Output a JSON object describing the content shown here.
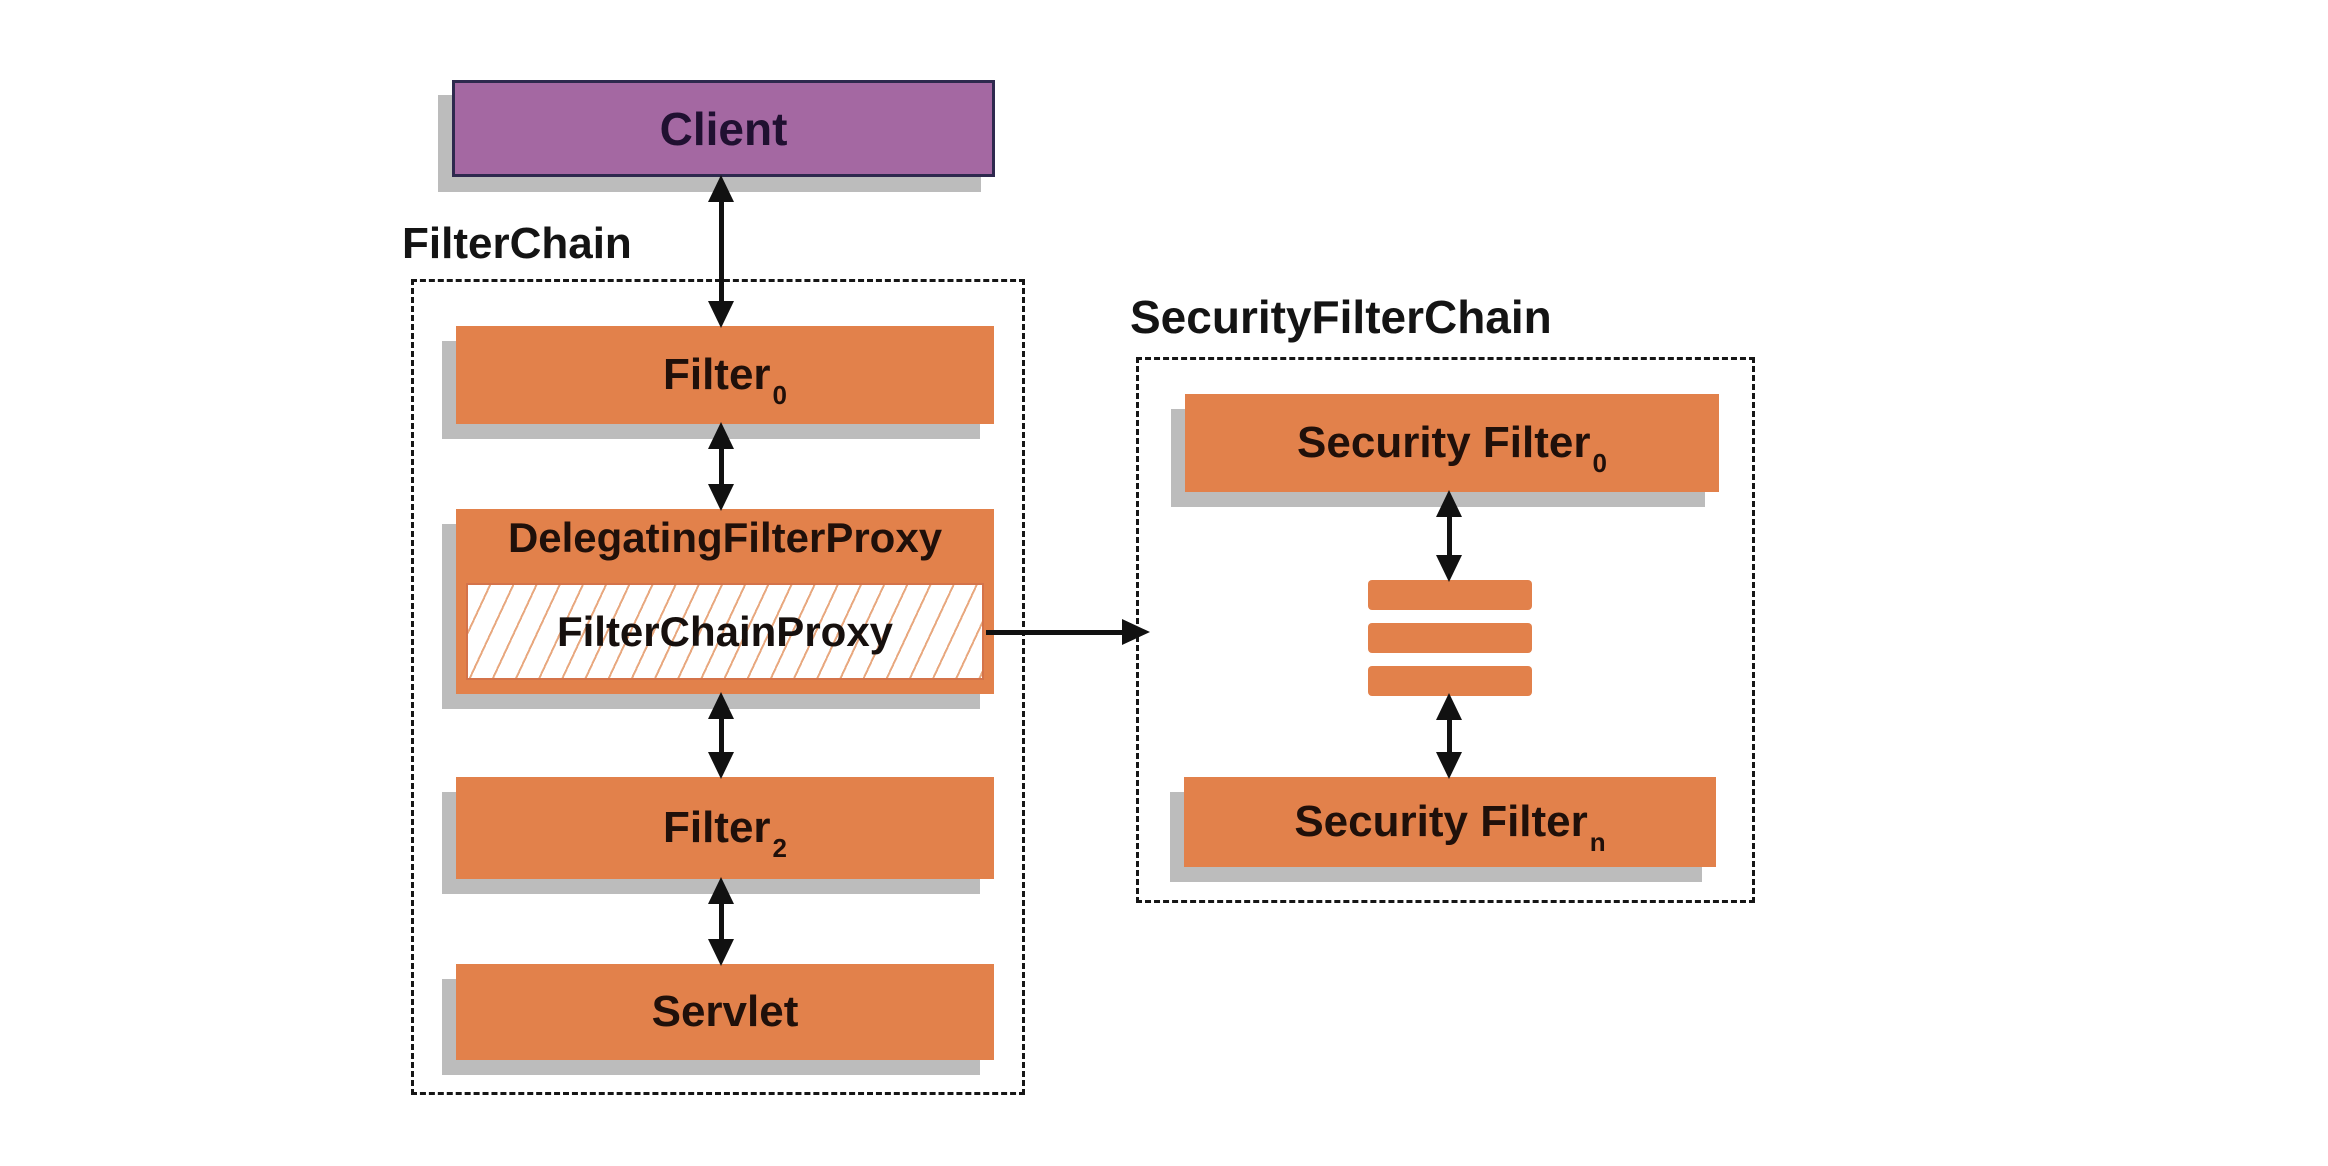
{
  "diagram": {
    "filter_chain": {
      "label": "FilterChain"
    },
    "security_filter_chain": {
      "label": "SecurityFilterChain"
    },
    "nodes": {
      "client": {
        "label": "Client"
      },
      "filter0": {
        "label": "Filter",
        "subscript": "0"
      },
      "delegating_filter_proxy": {
        "label": "DelegatingFilterProxy"
      },
      "filter_chain_proxy": {
        "label": "FilterChainProxy"
      },
      "filter2": {
        "label": "Filter",
        "subscript": "2"
      },
      "servlet": {
        "label": "Servlet"
      },
      "security_filter_0": {
        "label": "Security Filter",
        "subscript": "0"
      },
      "security_filter_n": {
        "label": "Security Filter",
        "subscript": "n"
      }
    },
    "connectors": {
      "vertical_double_arrows": 6,
      "horizontal_arrow_from": "FilterChainProxy",
      "horizontal_arrow_to": "SecurityFilterChain",
      "ellipsis_bar_count": 3
    },
    "colors": {
      "box_orange": "#e2814b",
      "client_purple": "#a468a2",
      "client_border": "#2e294e",
      "hatch_line_orange": "#e8a87f",
      "hatch_border_orange": "#d4734a",
      "shadow_gray": "#bcbcbc",
      "arrow_black": "#111111",
      "dashed_border_black": "#161616",
      "background_white": "#ffffff"
    }
  }
}
